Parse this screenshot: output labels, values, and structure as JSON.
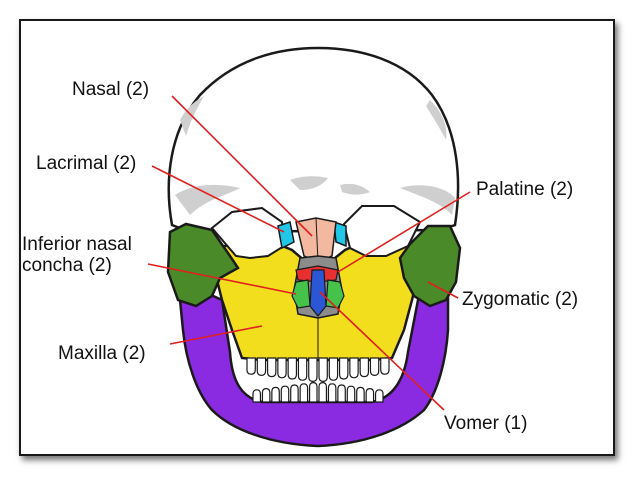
{
  "diagram": {
    "labels": {
      "nasal": "Nasal (2)",
      "lacrimal": "Lacrimal (2)",
      "inferior_nasal_concha": "Inferior nasal\nconcha (2)",
      "maxilla": "Maxilla (2)",
      "palatine": "Palatine (2)",
      "zygomatic": "Zygomatic (2)",
      "vomer": "Vomer (1)"
    },
    "colors": {
      "skull": "#ffffff",
      "skull_shade": "#cfcfcf",
      "outline": "#1a1a1a",
      "zygomatic": "#4a8a28",
      "maxilla": "#f2de1c",
      "mandible": "#8a2be2",
      "nasal": "#f2b8a0",
      "lacrimal": "#22c7e8",
      "palatine": "#e83030",
      "concha": "#44c24a",
      "vomer": "#2b57d6",
      "nasal_cavity": "#8c8c8c",
      "leader_line": "#e02020"
    }
  }
}
